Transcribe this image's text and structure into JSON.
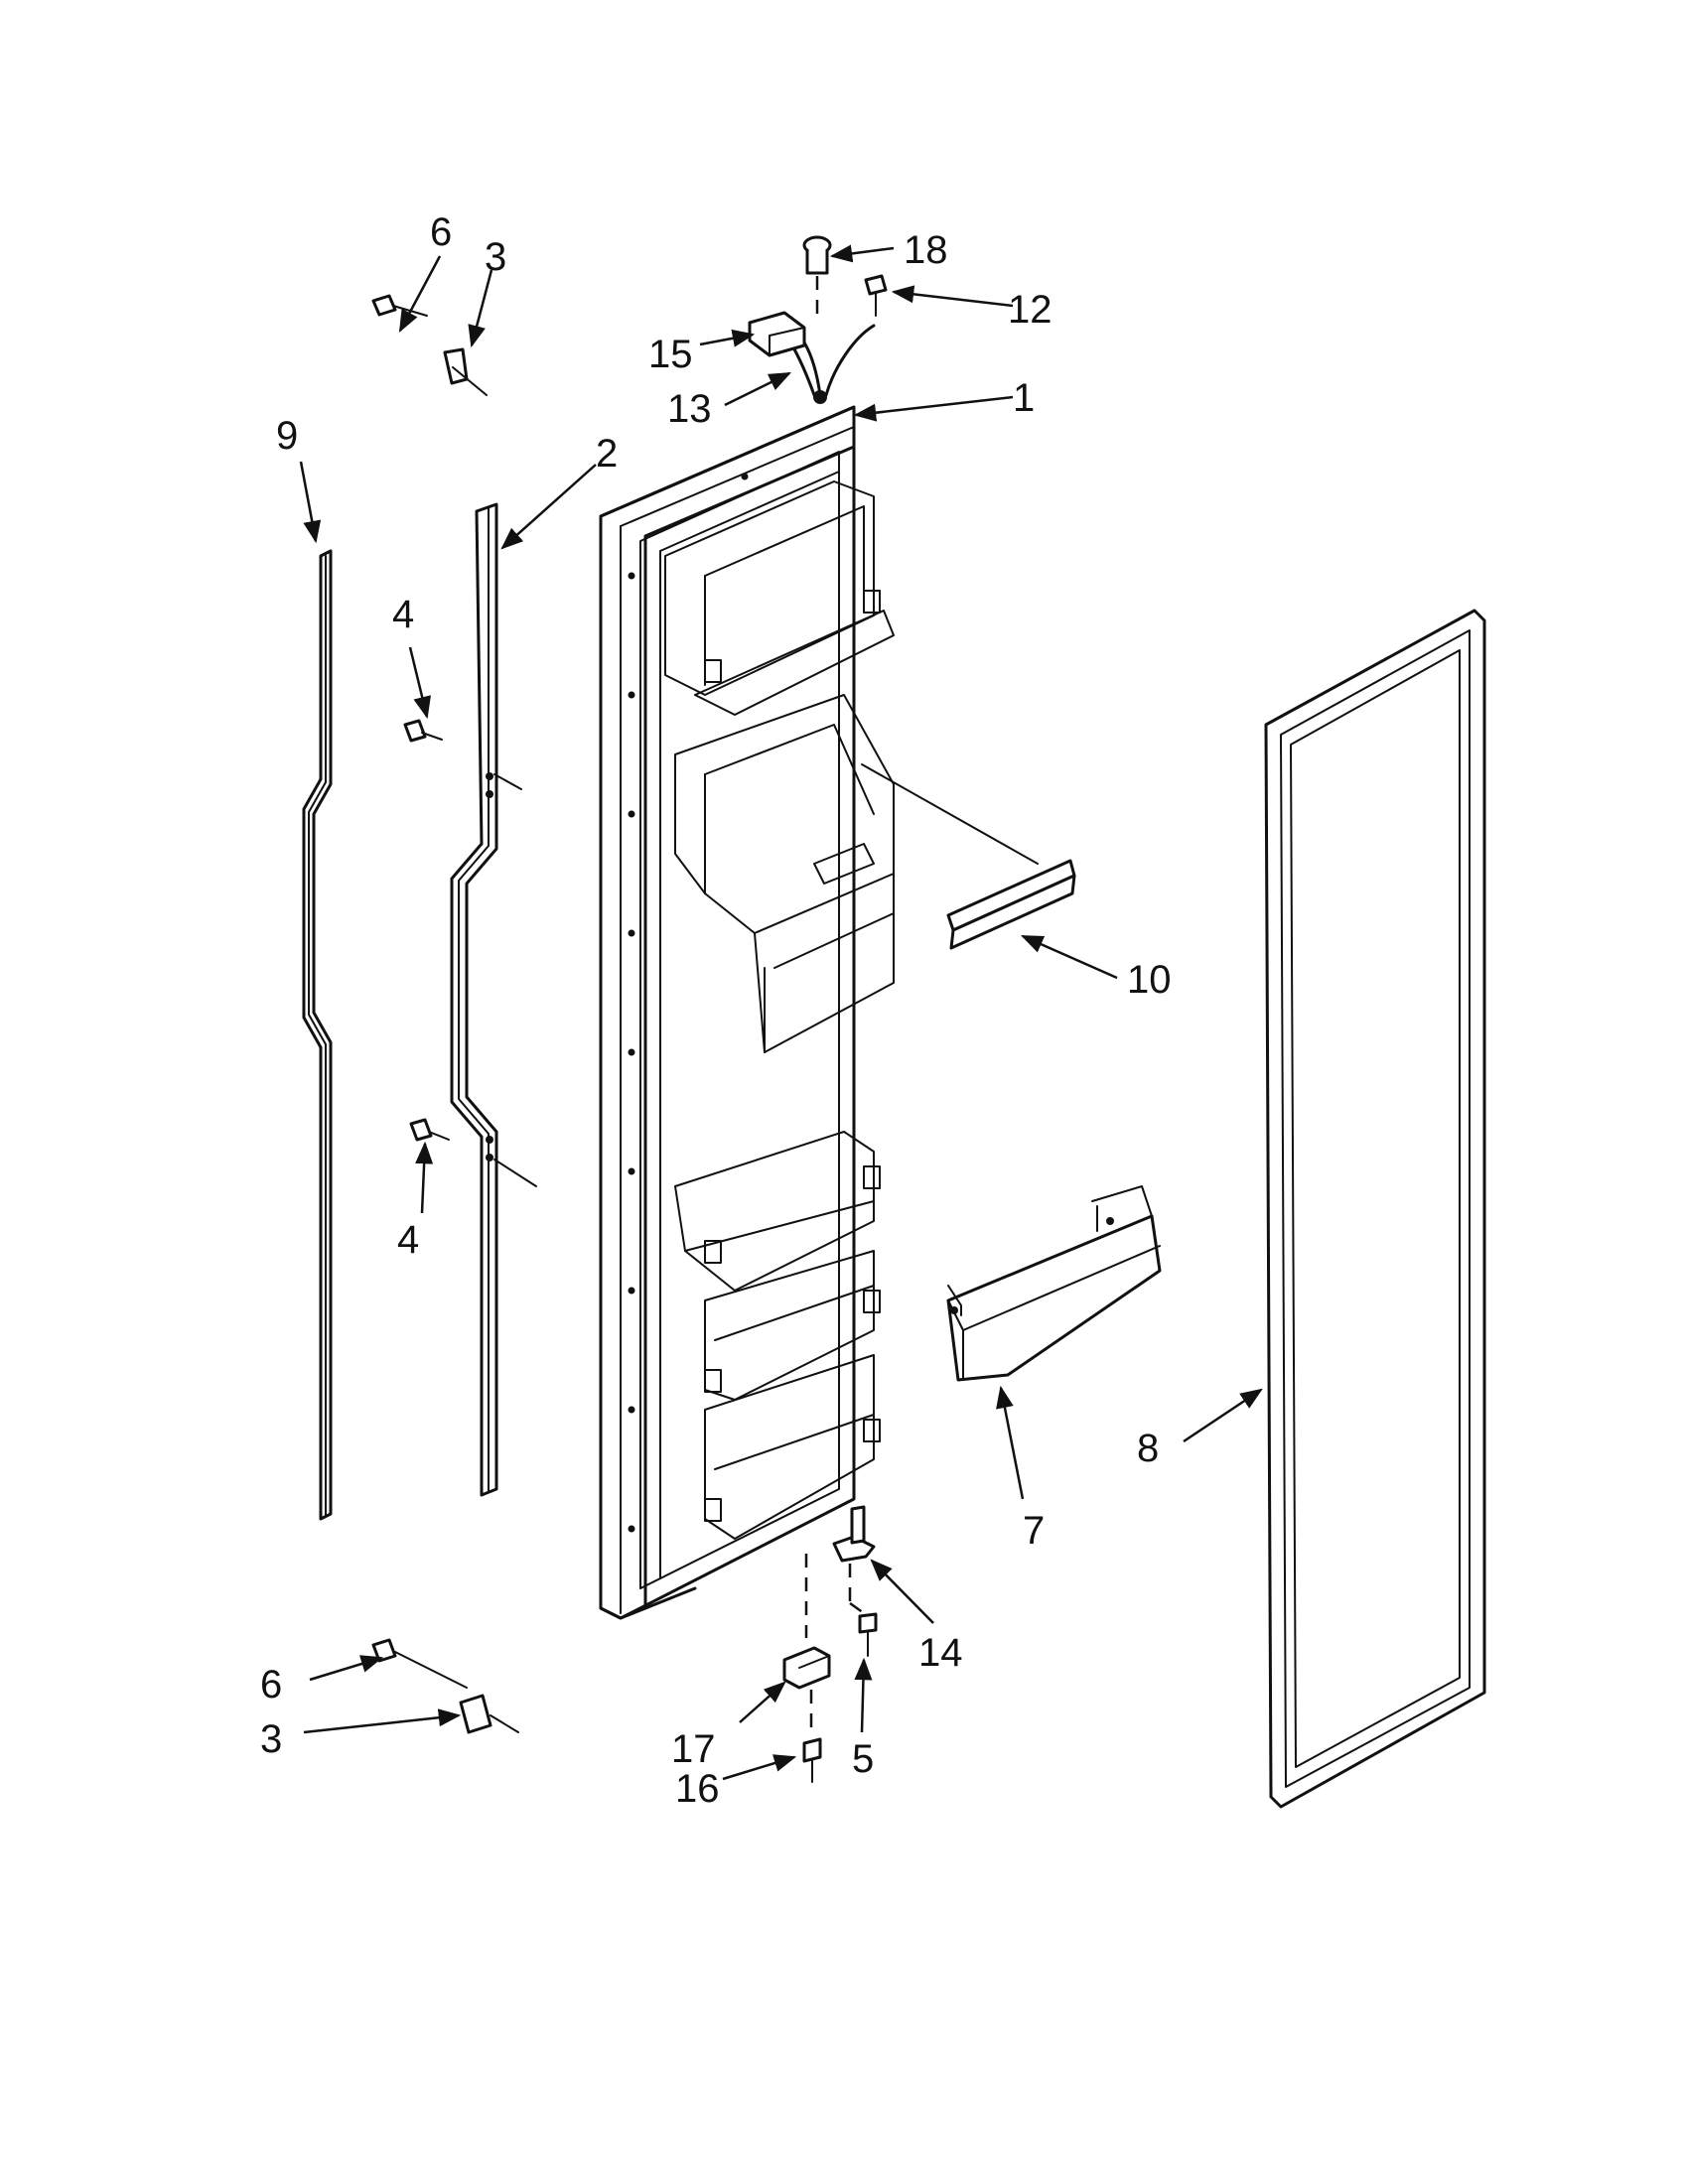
{
  "callouts": {
    "c1": "1",
    "c2": "2",
    "c3_top": "3",
    "c3_bottom": "3",
    "c4_top": "4",
    "c4_bottom": "4",
    "c5": "5",
    "c6_top": "6",
    "c6_bottom": "6",
    "c7": "7",
    "c8": "8",
    "c9": "9",
    "c10": "10",
    "c12": "12",
    "c13": "13",
    "c14": "14",
    "c15": "15",
    "c16": "16",
    "c17": "17",
    "c18": "18"
  }
}
